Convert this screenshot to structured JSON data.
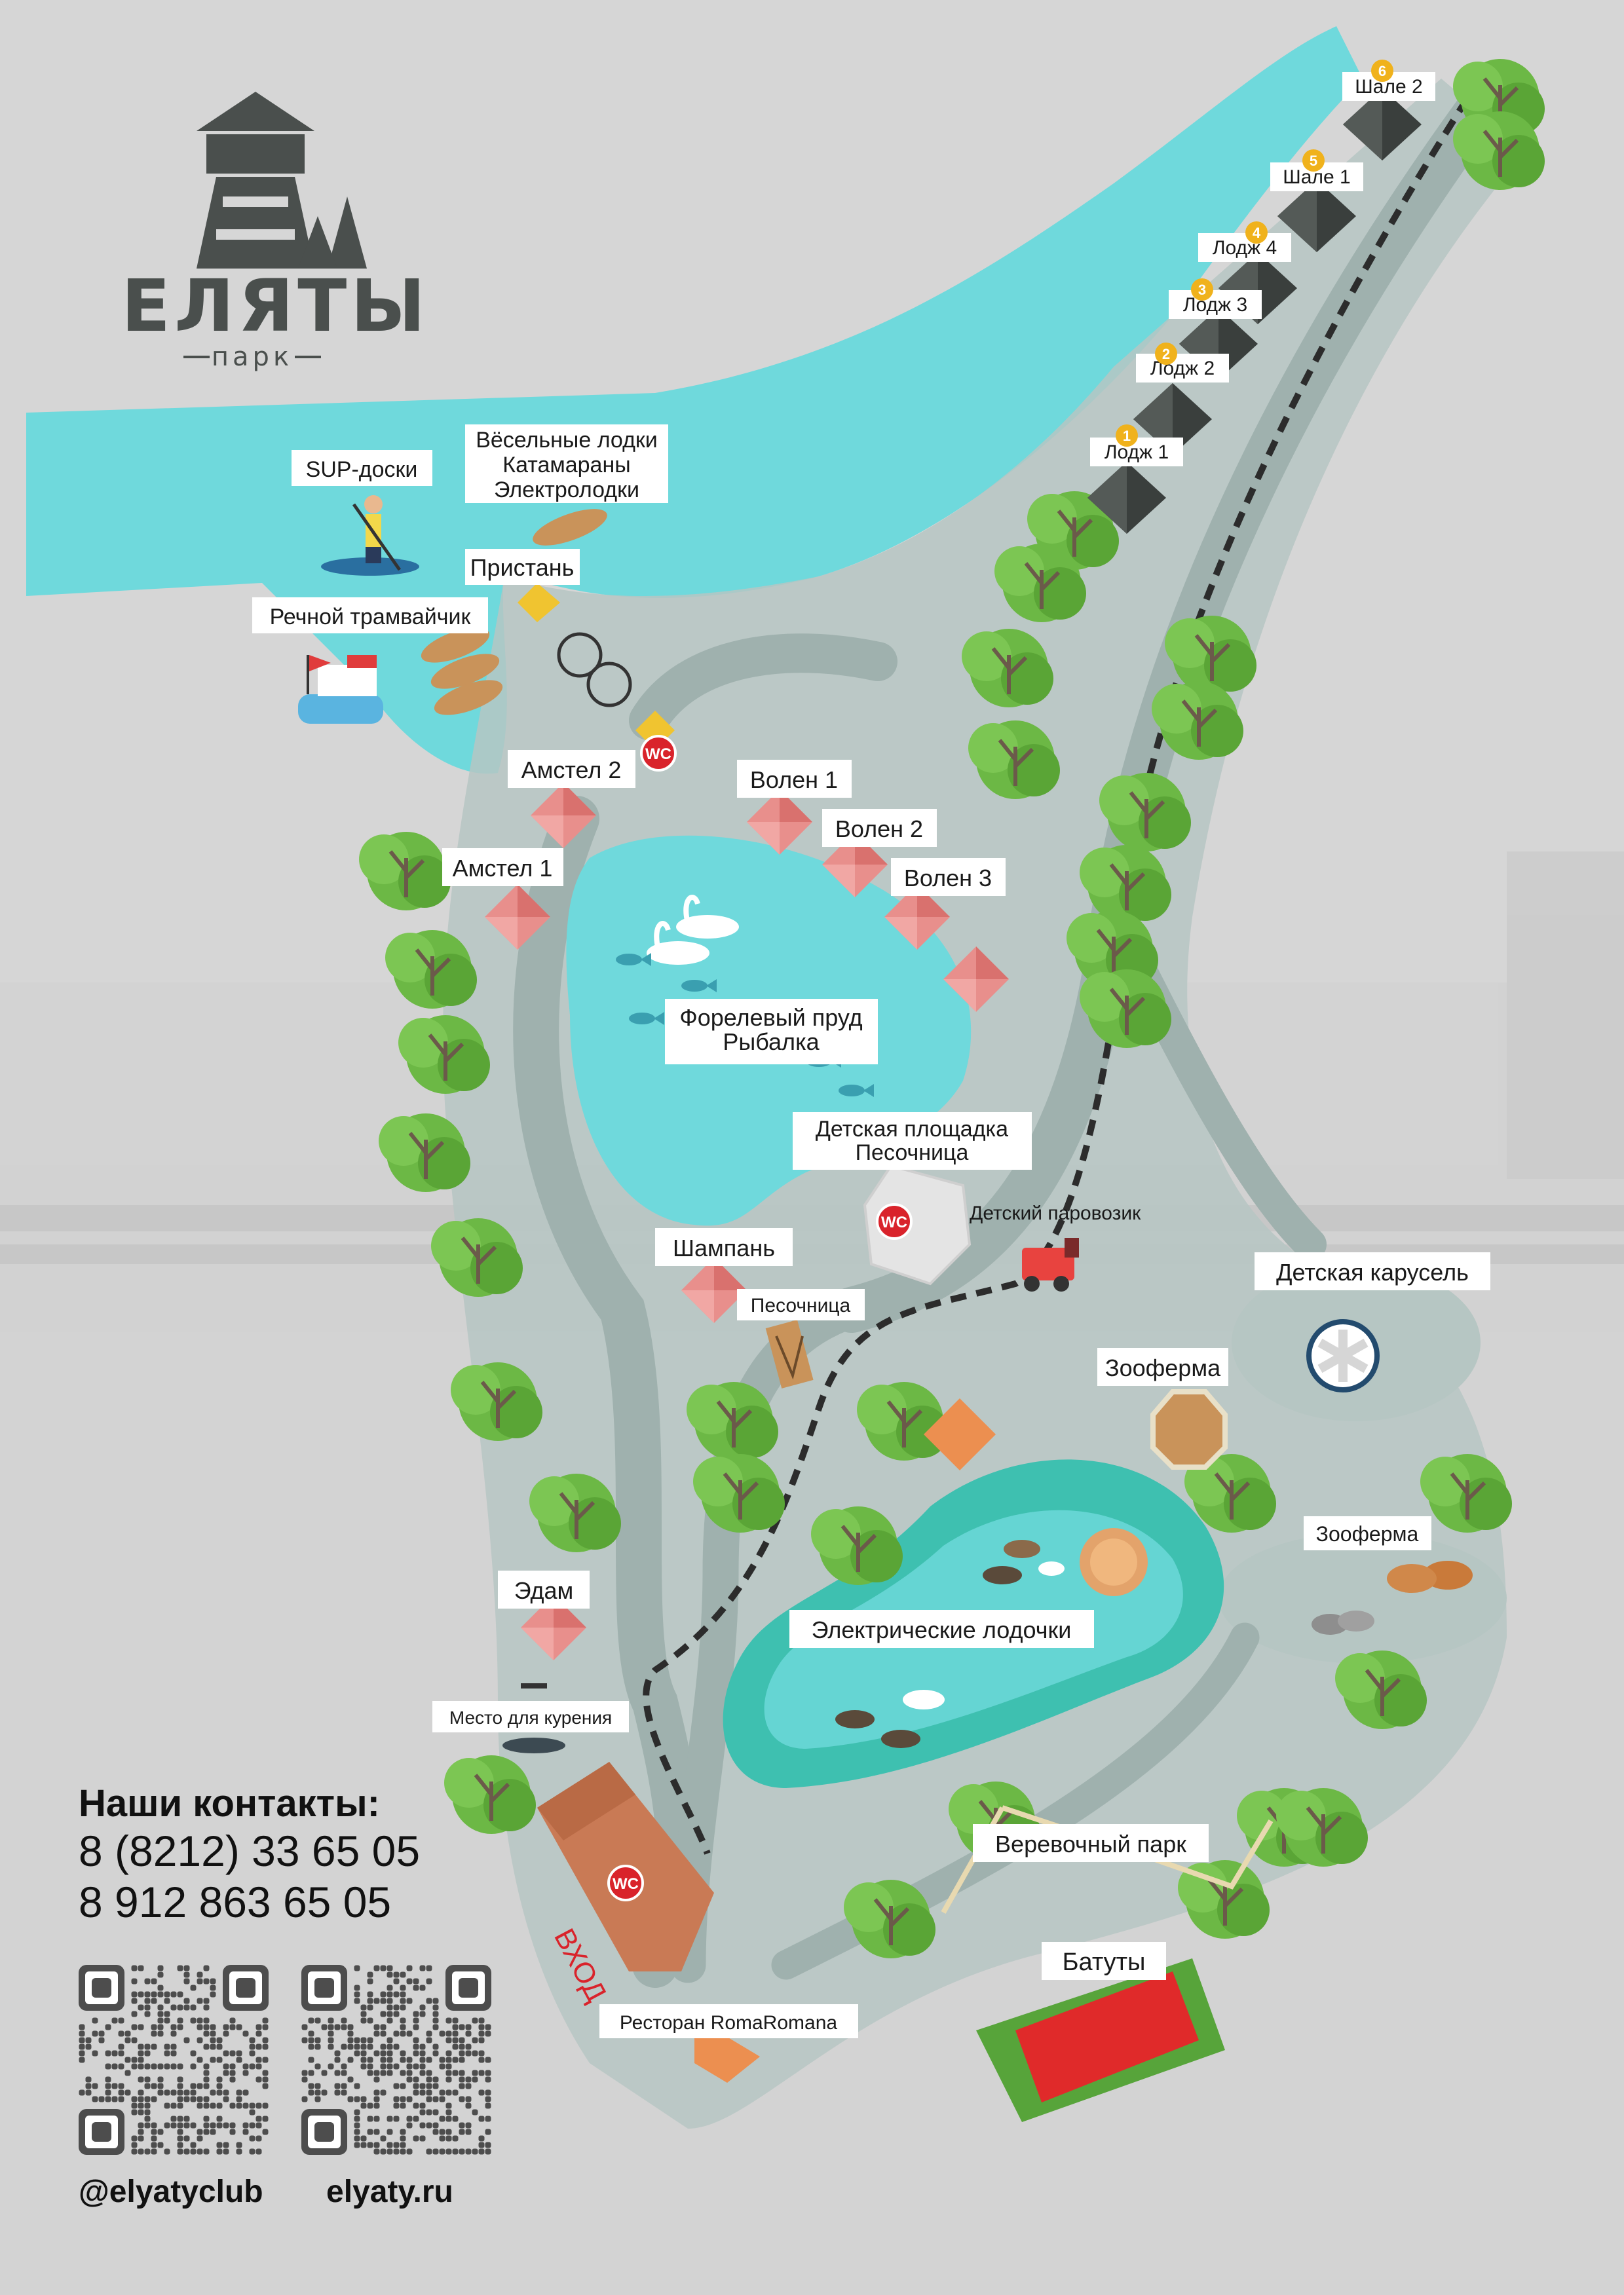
{
  "logo": {
    "name": "ЕЛЯТЫ",
    "subtitle": "парк"
  },
  "colors": {
    "background": "#d6d6d6",
    "water": "#6fd9dc",
    "path": "#9fb1ae",
    "grass": "#b6c6c3",
    "tree": "#6cb845",
    "house_roof": "#e88f8c",
    "lodge_roof": "#3a3f3d",
    "badge": "#f0b21c",
    "wc": "#d9232b",
    "trampoline": "#e02a2a",
    "trampoline_frame": "#57a43a",
    "restaurant": "#c97a55",
    "entrance_text": "#d9232b"
  },
  "labels": {
    "sup": "SUP-доски",
    "boats": [
      "Вёсельные лодки",
      "Катамараны",
      "Электролодки"
    ],
    "pier": "Пристань",
    "river_tram": "Речной трамвайчик",
    "amstel2": "Амстел 2",
    "amstel1": "Амстел 1",
    "volen1": "Волен 1",
    "volen2": "Волен 2",
    "volen3": "Волен 3",
    "trout_pond": [
      "Форелевый пруд",
      "Рыбалка"
    ],
    "playground": [
      "Детская площадка",
      "Песочница"
    ],
    "kids_train": "Детский паровозик",
    "champagne": "Шампань",
    "sandbox": "Песочница",
    "carousel": "Детская карусель",
    "zoo_top": "Зооферма",
    "zoo_right": "Зооферма",
    "electric_boats": "Электрические лодочки",
    "edam": "Эдам",
    "smoking": "Место для курения",
    "rope_park": "Веревочный парк",
    "trampolines": "Батуты",
    "restaurant": "Ресторан RomaRomana",
    "entrance": "ВХОД",
    "wc": "WC"
  },
  "lodges": [
    {
      "num": "1",
      "label": "Лодж 1"
    },
    {
      "num": "2",
      "label": "Лодж 2"
    },
    {
      "num": "3",
      "label": "Лодж 3"
    },
    {
      "num": "4",
      "label": "Лодж 4"
    },
    {
      "num": "5",
      "label": "Шале 1"
    },
    {
      "num": "6",
      "label": "Шале 2"
    }
  ],
  "contacts": {
    "title": "Наши контакты:",
    "phones": [
      "8 (8212) 33 65 05",
      "8 912 863 65 05"
    ],
    "instagram": "@elyatyclub",
    "website": "elyaty.ru"
  }
}
